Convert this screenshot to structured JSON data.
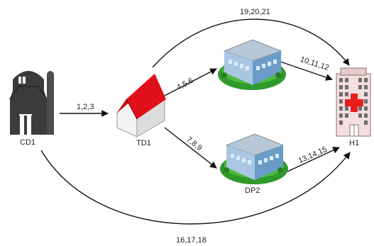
{
  "nodes": {
    "cd1": {
      "label": "CD1",
      "icon": "barn-silo-icon"
    },
    "td1": {
      "label": "TD1",
      "icon": "house-red-roof-icon"
    },
    "dp1": {
      "label": "",
      "icon": "building-top-icon"
    },
    "dp2": {
      "label": "DP2",
      "icon": "building-bottom-icon"
    },
    "h1": {
      "label": "H1",
      "icon": "hospital-icon"
    }
  },
  "edges": {
    "cd1_td1": "1,2,3",
    "td1_dp1": "4,5,6",
    "td1_dp2": "7,8,9",
    "dp1_h1": "10,11,12",
    "dp2_h1": "13,14,15",
    "cd1_h1_bottom": "16,17,18",
    "td1_h1_top": "19,20,21"
  },
  "colors": {
    "roof": "#e0101a",
    "barn": "#3b3b3b",
    "building_wall": "#8fb5d8",
    "grass": "#2f9a2a",
    "hospital_wall": "#f4dede",
    "cross": "#e81c1c"
  }
}
